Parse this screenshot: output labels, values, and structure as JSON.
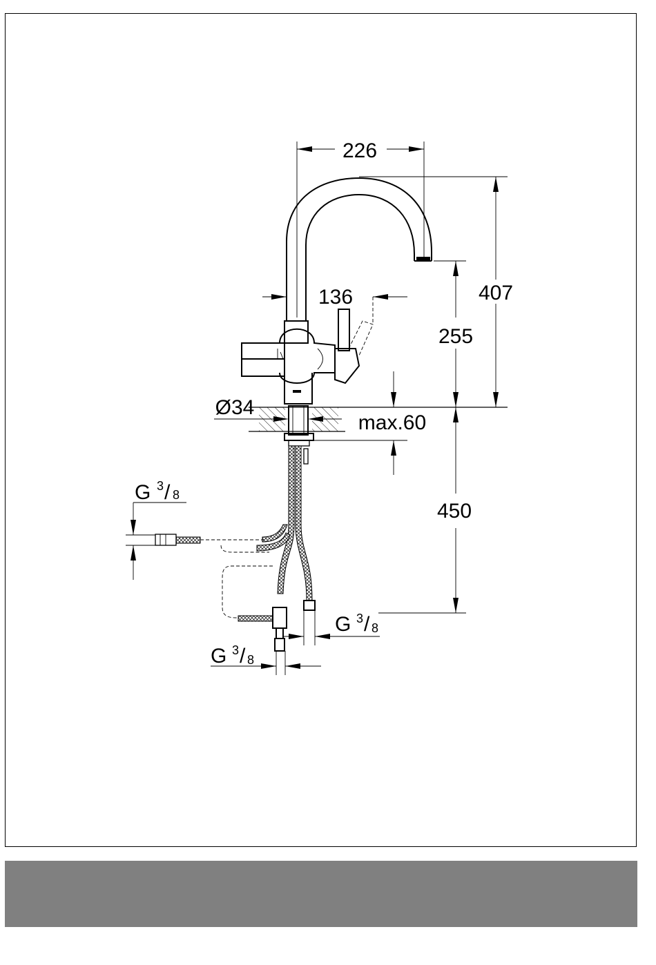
{
  "drawing": {
    "dimensions": {
      "spout_reach": "226",
      "total_height": "407",
      "spout_height": "255",
      "handle_reach": "136",
      "hole_diameter": "Ø34",
      "max_thickness": "max.60",
      "hose_length": "450"
    },
    "connections": {
      "left": {
        "g": "G",
        "num": "3",
        "den": "8"
      },
      "right": {
        "g": "G",
        "num": "3",
        "den": "8"
      },
      "bottom": {
        "g": "G",
        "num": "3",
        "den": "8"
      }
    }
  },
  "footer": {
    "color": "#808080"
  }
}
